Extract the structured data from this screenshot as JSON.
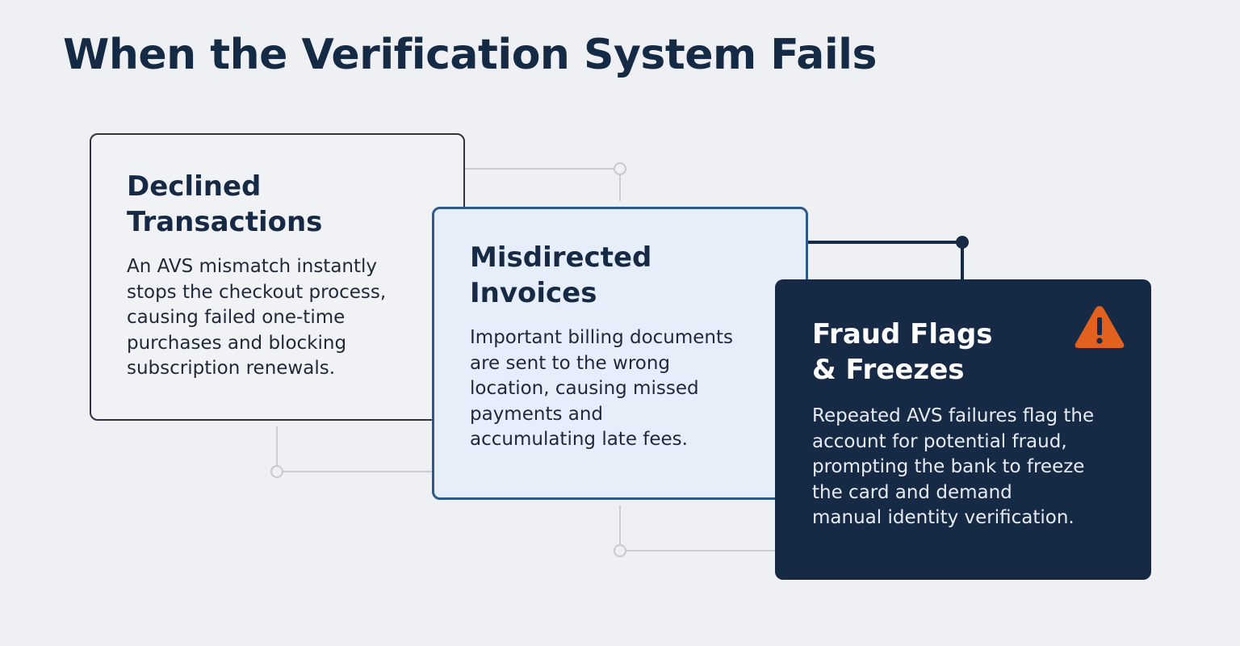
{
  "page": {
    "title": "When the Verification System Fails"
  },
  "cards": [
    {
      "heading": "Declined\nTransactions",
      "body": "An AVS mismatch instantly\nstops the checkout process,\ncausing failed one-time\npurchases and blocking\nsubscription renewals."
    },
    {
      "heading": "Misdirected\nInvoices",
      "body": "Important billing documents\nare sent to the wrong\nlocation, causing missed\npayments and\naccumulating late fees."
    },
    {
      "heading": "Fraud Flags\n& Freezes",
      "body": "Repeated AVS failures flag the\naccount for potential fraud,\nprompting the bank to freeze\nthe card and demand\nmanual identity verification.",
      "icon": "warning-icon"
    }
  ],
  "colors": {
    "background": "#eff0f4",
    "title": "#152a45",
    "card_dark": "#172a45",
    "card_light_blue": "#e6eef9",
    "accent_border": "#2c5a8a",
    "warning": "#e2611f"
  }
}
